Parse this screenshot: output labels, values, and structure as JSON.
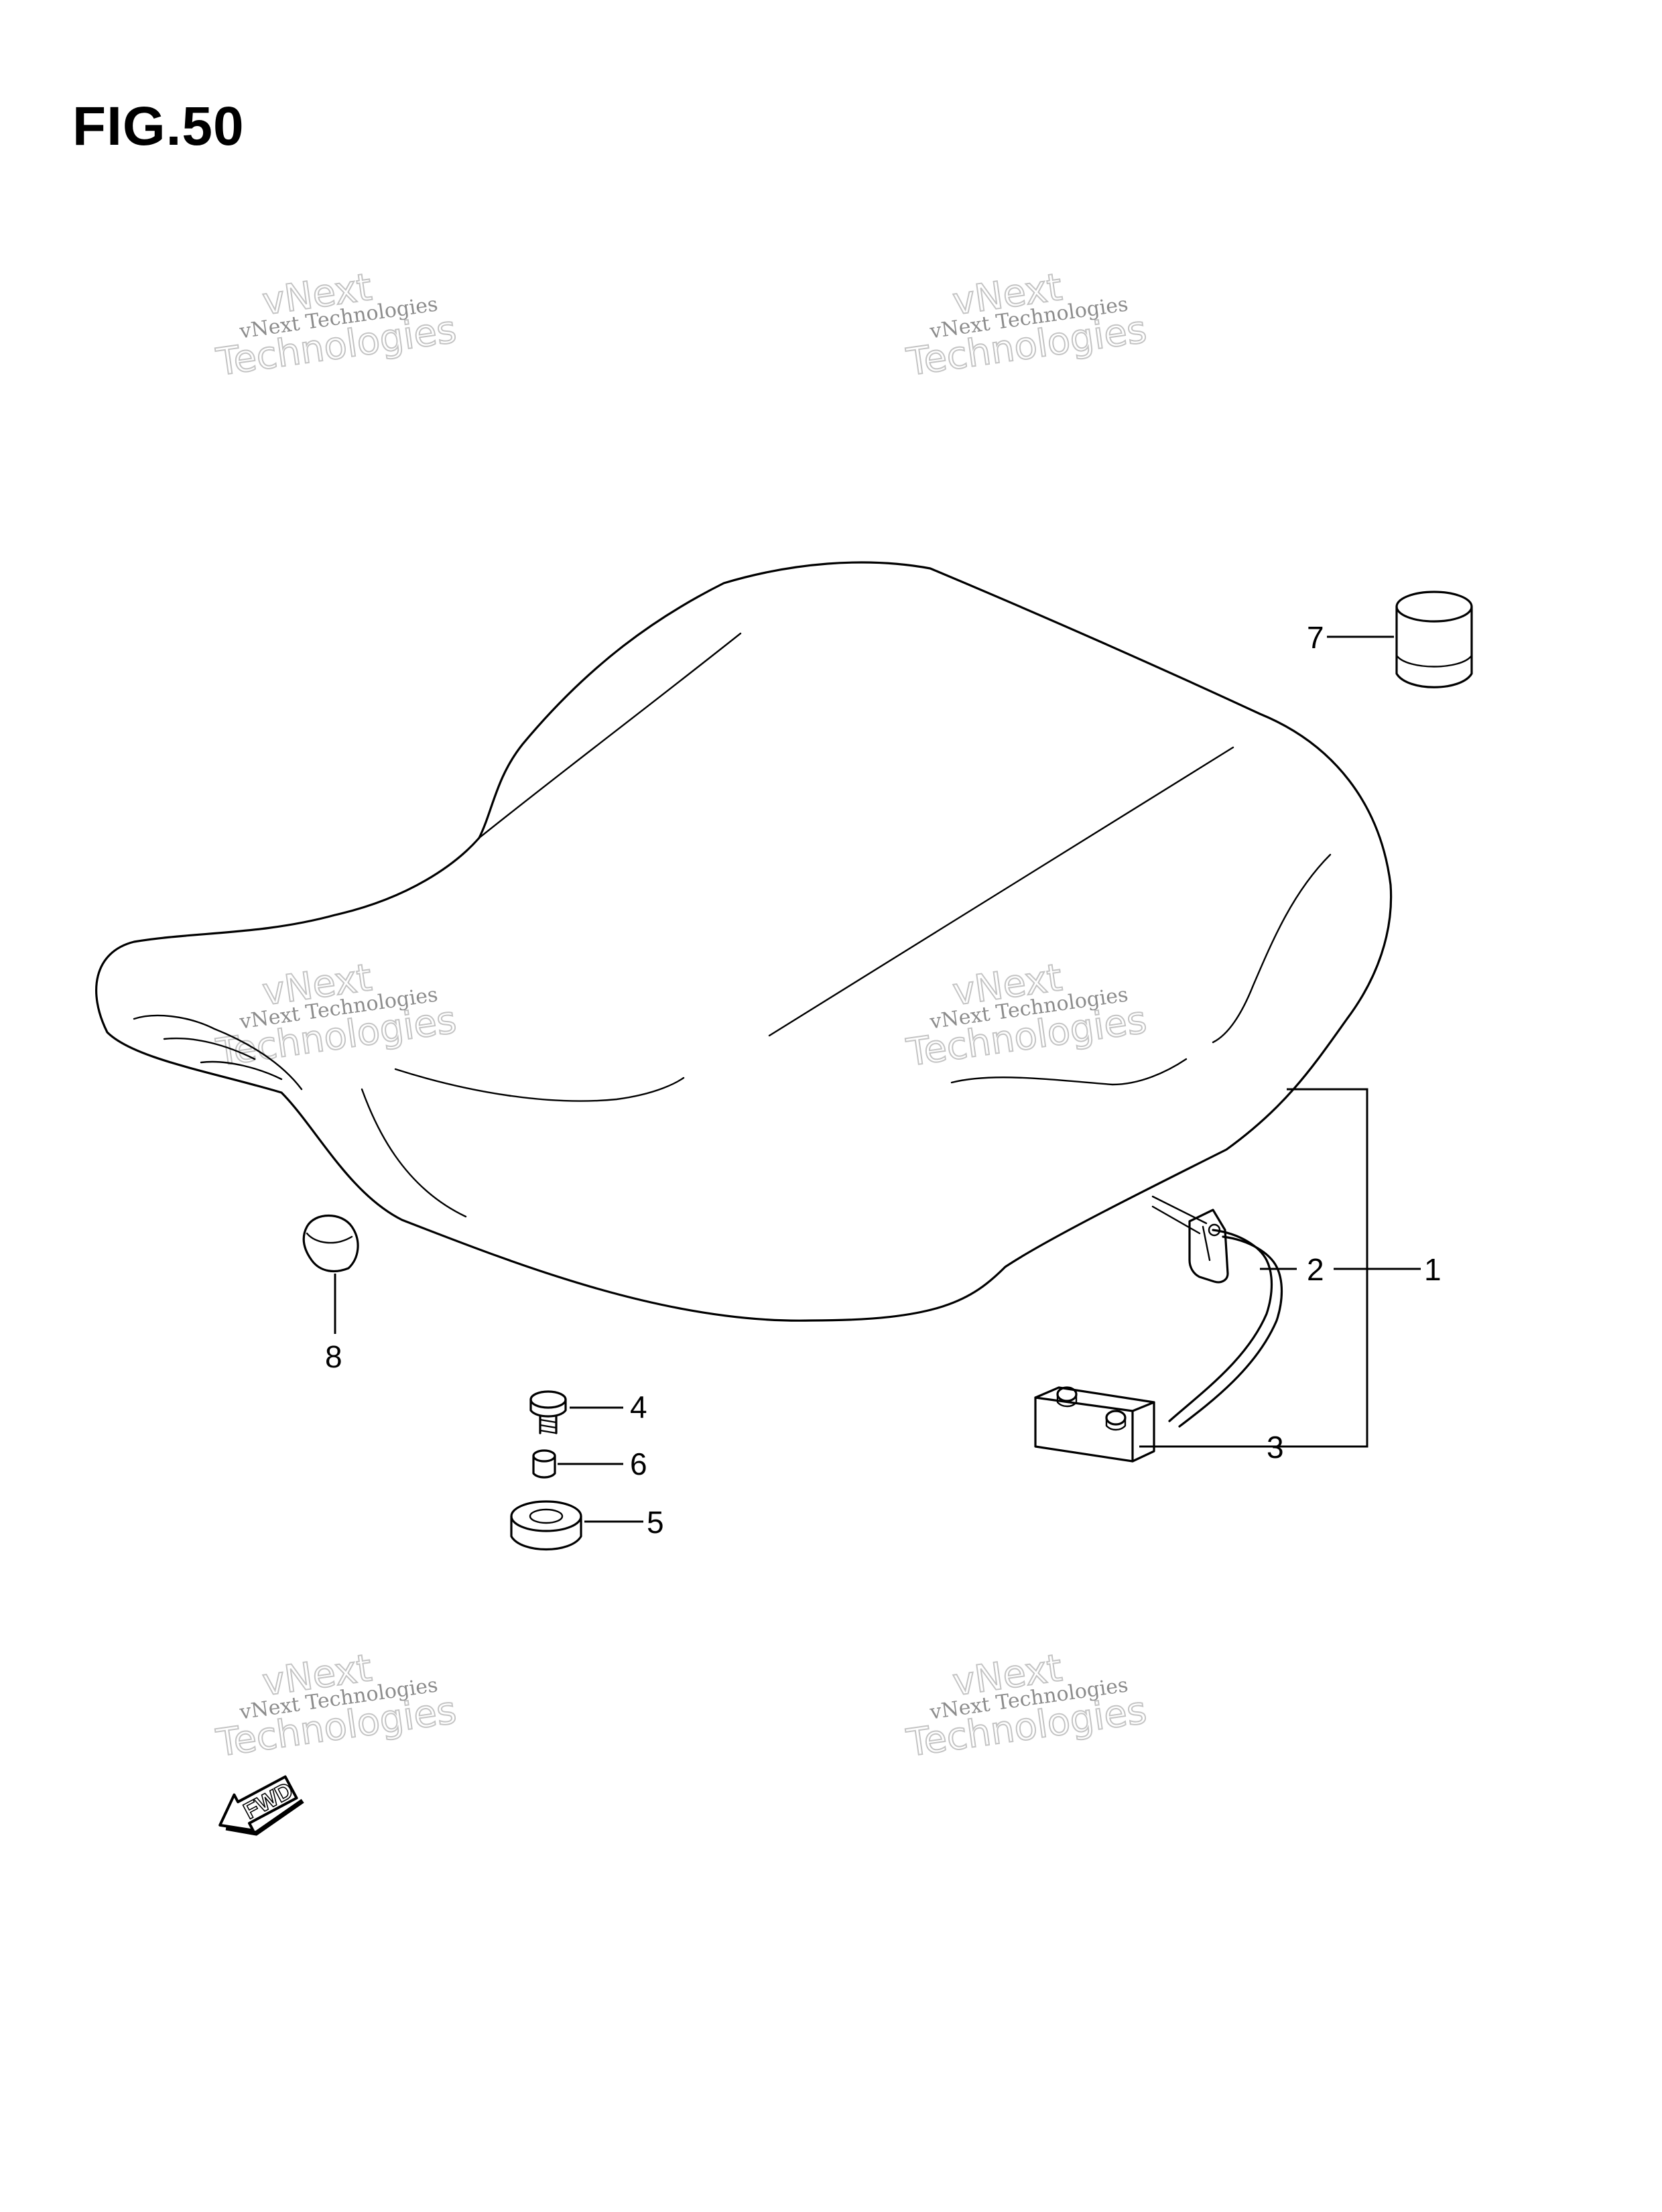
{
  "figure": {
    "title": "FIG.50"
  },
  "watermark": {
    "line_small": "vNext Technologies",
    "line_large_1": "vNext",
    "line_large_2": "Technologies"
  },
  "direction_badge": {
    "label": "FWD"
  },
  "callouts": {
    "c1": "1",
    "c2": "2",
    "c3": "3",
    "c4": "4",
    "c5": "5",
    "c6": "6",
    "c7": "7",
    "c8": "8"
  }
}
